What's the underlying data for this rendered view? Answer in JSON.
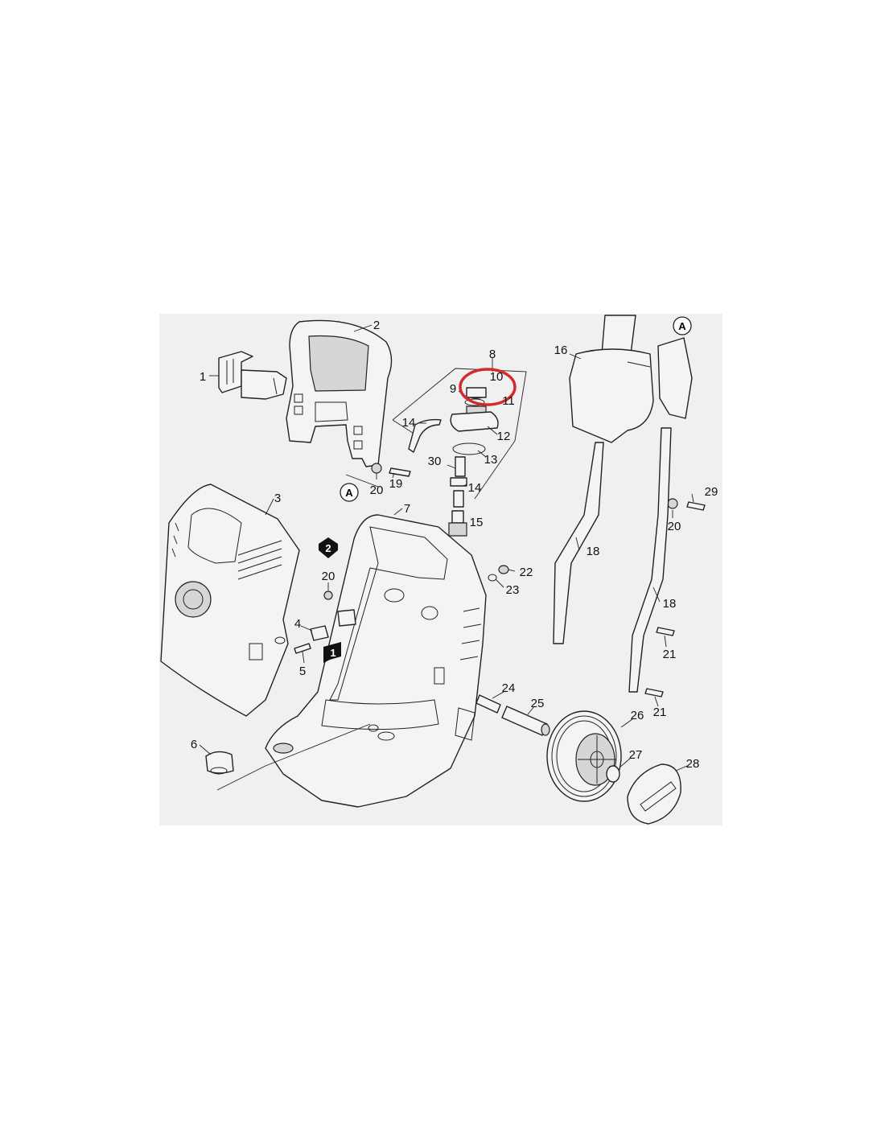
{
  "callouts": [
    "1",
    "2",
    "3",
    "4",
    "5",
    "6",
    "7",
    "8",
    "9",
    "10",
    "11",
    "12",
    "13",
    "14",
    "14",
    "15",
    "16",
    "18",
    "18",
    "19",
    "20",
    "20",
    "20",
    "21",
    "21",
    "22",
    "23",
    "24",
    "25",
    "26",
    "27",
    "28",
    "29",
    "30"
  ],
  "markers": {
    "a_left": "A",
    "a_right": "A",
    "step_1": "1",
    "step_2": "2"
  },
  "highlight": {
    "label": "10",
    "color": "#d42a2a"
  },
  "colors": {
    "panel": "#f0f0f0",
    "line": "#222222",
    "part_fill": "#f4f4f4"
  }
}
